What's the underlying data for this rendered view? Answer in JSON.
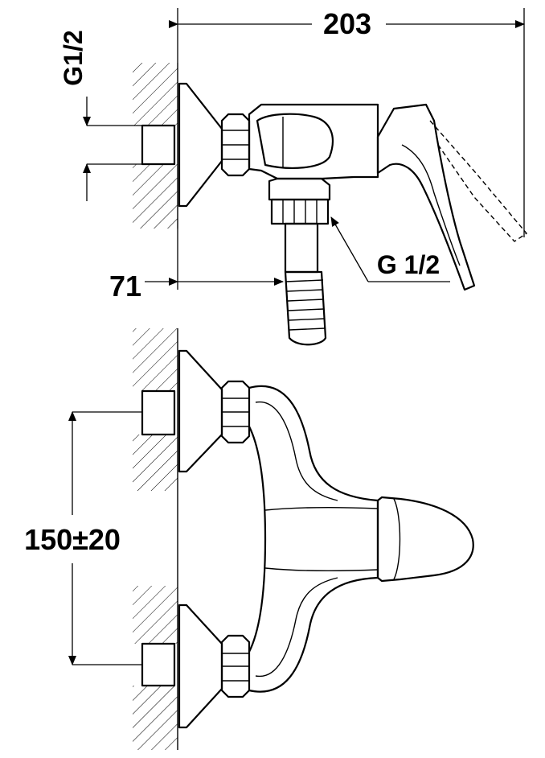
{
  "drawing": {
    "labels": {
      "overall_width": "203",
      "inlet_thread_top": "G1/2",
      "outlet_thread": "G 1/2",
      "wall_offset": "71",
      "centre_distance": "150±20"
    },
    "colors": {
      "line": "#000000",
      "background": "#ffffff"
    }
  }
}
